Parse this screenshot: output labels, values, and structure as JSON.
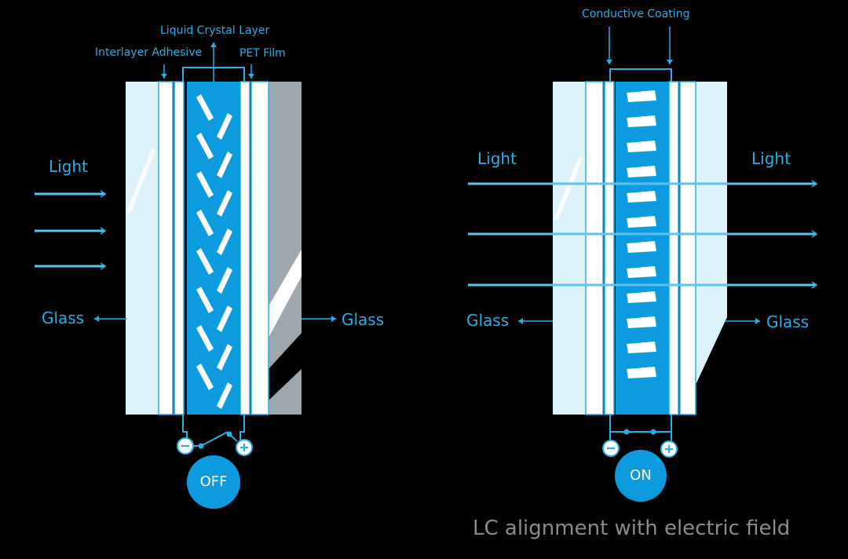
{
  "diagram_off": {
    "labels": {
      "liquid_crystal_layer": "Liquid Crystal Layer",
      "interlayer_adhesive": "Interlayer Adhesive",
      "pet_film": "PET Film",
      "light": "Light",
      "glass_left": "Glass",
      "glass_right": "Glass",
      "minus": "-",
      "plus": "+",
      "state": "OFF"
    }
  },
  "diagram_on": {
    "labels": {
      "conductive_coating": "Conductive Coating",
      "light_left": "Light",
      "light_right": "Light",
      "glass_left": "Glass",
      "glass_right": "Glass",
      "minus": "-",
      "plus": "+",
      "state": "ON"
    }
  },
  "caption": "LC alignment with electric field",
  "colors": {
    "background": "#000000",
    "accent_blue": "#29aee6",
    "lc_layer_blue": "#0d9be0",
    "glass_pale": "#dcf2fb",
    "glass_edge_gray": "#9ea7ad",
    "caption_gray": "#8c8c8c"
  }
}
